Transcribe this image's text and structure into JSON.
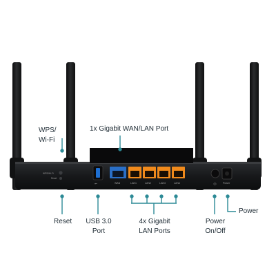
{
  "device_labels": {
    "wps_wifi": "WPS/Wi-Fi",
    "reset_small": "Reset",
    "wan": "WAN",
    "lan1": "LAN1",
    "lan2": "LAN2",
    "lan3": "LAN3",
    "lan4": "LAN4",
    "power_small": "Power"
  },
  "callouts": {
    "wps_line1": "WPS/",
    "wps_line2": "Wi-Fi",
    "wan_port": "1x Gigabit WAN/LAN Port",
    "reset": "Reset",
    "usb_line1": "USB 3.0",
    "usb_line2": "Port",
    "lan_line1": "4x Gigabit",
    "lan_line2": "LAN Ports",
    "power_onoff_line1": "Power",
    "power_onoff_line2": "On/Off",
    "power": "Power"
  },
  "colors": {
    "body": "#17181a",
    "wan_port": "#2a6fc7",
    "lan_port": "#f08a1c",
    "usb_port": "#1e6fd1",
    "callout_line": "#2c8a96"
  }
}
